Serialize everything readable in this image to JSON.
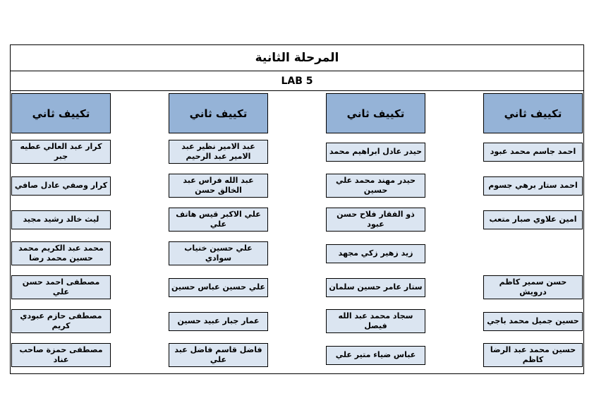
{
  "document": {
    "title": "المرحلة الثانية",
    "lab_label": "LAB 5"
  },
  "columns": [
    {
      "header": "تكييف ثاني",
      "names": [
        "احمد جاسم محمد عبود",
        "احمد ستار برهي جسوم",
        "امين علاوي صبار متعب",
        null,
        "حسن سمير كاظم درويش",
        "حسين جميل محمد باجي",
        "حسين محمد عبد الرضا كاظم"
      ]
    },
    {
      "header": "تكييف ثاني",
      "names": [
        "حيدر عادل ابراهيم محمد",
        "حيدر مهند محمد علي حسين",
        "ذو الفقار فلاح حسن عبود",
        "زيد زهير زكي مجهد",
        "ستار عامر حسين سلمان",
        "سجاد محمد عبد الله فيصل",
        "عباس ضياء متير علي"
      ]
    },
    {
      "header": "تكييف ثاني",
      "names": [
        "عبد الامير نظير عبد الامير عبد الرحيم",
        "عبد الله فراس عبد الخالق حسن",
        "علي الاكبر قيس هاتف علي",
        "علي حسين خنياب سوادي",
        "علي حسين عباس حسين",
        "عمار جبار عبيد حسين",
        "فاضل قاسم فاضل عبد علي"
      ]
    },
    {
      "header": "تكييف ثاني",
      "names": [
        "كرار عبد العالي عطيه جبر",
        "كرار وصفي عادل صافي",
        "ليث خالد رشيد مجيد",
        "محمد عبد الكريم محمد حسين محمد رضا",
        "مصطفى احمد حسن علي",
        "مصطفى حازم عبودي كريم",
        "مصطفى حمزة صاحب عناد"
      ]
    }
  ],
  "colors": {
    "header_fill": "#95b3d7",
    "cell_fill": "#dbe5f1",
    "border": "#000000"
  }
}
